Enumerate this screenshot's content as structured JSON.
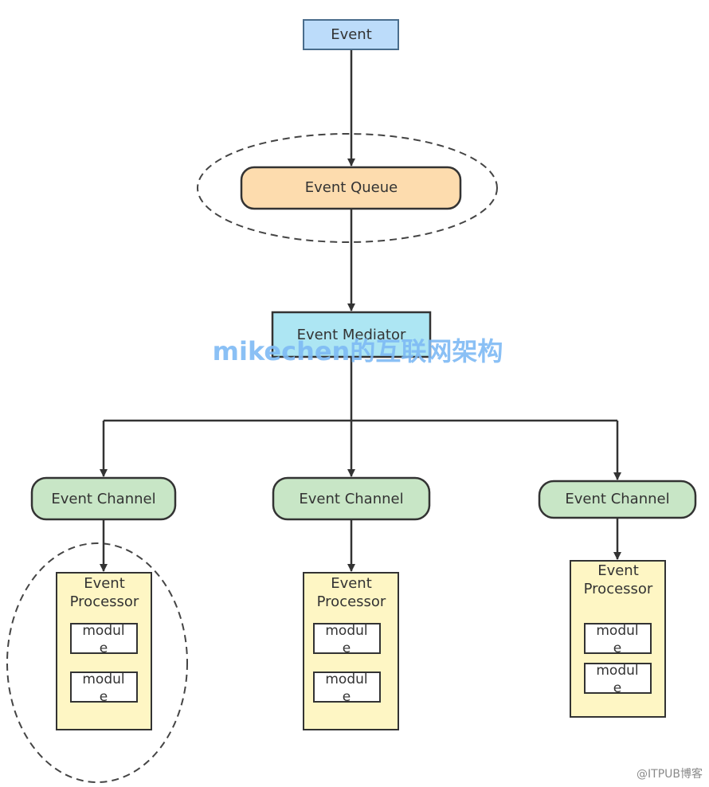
{
  "nodes": {
    "event": "Event",
    "queue": "Event Queue",
    "mediator": "Event Mediator",
    "channels": [
      "Event Channel",
      "Event Channel",
      "Event Channel"
    ],
    "processor_line1": "Event",
    "processor_line2": "Processor",
    "module_line1": "modul",
    "module_line2": "e"
  },
  "watermarks": {
    "center": "mikechen的互联网架构",
    "corner": "@ITPUB博客"
  },
  "colors": {
    "event_fill": "#bcdcfa",
    "event_stroke": "#4a6d8c",
    "queue_fill": "#fddcae",
    "mediator_fill": "#ade6f3",
    "channel_fill": "#c8e6c6",
    "processor_fill": "#fef6c4",
    "module_fill": "#ffffff",
    "stroke": "#333333",
    "text": "#333333",
    "watermark": "#7db9f4",
    "corner_watermark": "#8a8a8a"
  }
}
